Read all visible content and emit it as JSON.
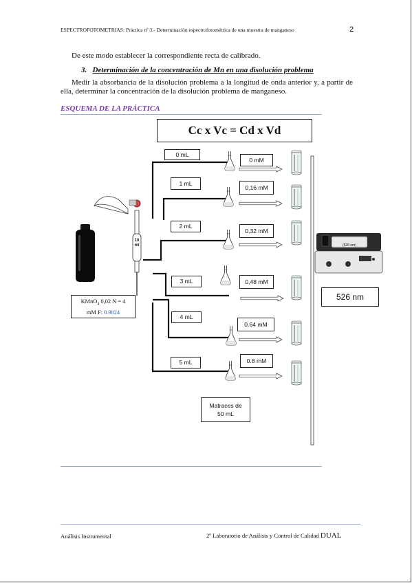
{
  "header": {
    "running_title": "ESPECTROFOTOMETRIAS: Práctica nº 3.- Determinación espectrofotométrica de una muestra de manganeso",
    "page_number": "2"
  },
  "body": {
    "intro_line": "De este modo establecer la correspondiente recta de calibrado.",
    "section_number": "3.",
    "section_title": "Determinación de la concentración de Mn en una disolución problema",
    "paragraph": "Medir la absorbancia de la disolución problema a la longitud de onda anterior y, a partir de ella, determinar la concentración de la disolución problema de manganeso."
  },
  "scheme": {
    "heading": "ESQUEMA DE LA PRÁCTICA",
    "equation": "Cc x Vc = Cd x Vd",
    "reagent_label_line1": "KMnO",
    "reagent_label_sub": "4",
    "reagent_label_line1b": " 0,02 N = 4",
    "reagent_label_line2a": "mM F: ",
    "reagent_label_factor": "0.9824",
    "burette_label": "10 ml",
    "spectro_display": "(526 nm)",
    "wavelength": "526 nm",
    "flasks_note_line1": "Matraces de",
    "flasks_note_line2": "50 mL",
    "volumes": [
      "0 mL",
      "1 mL",
      "2 mL",
      "3 mL",
      "4 mL",
      "5 mL"
    ],
    "concentrations": [
      "0 mM",
      "0,16 mM",
      "0,32 mM",
      "0,48 mM",
      "0.64 mM",
      "0.8 mM"
    ]
  },
  "footer": {
    "left": "Análisis Instrumental",
    "right_prefix": "2º Laboratorio de Análisis y Control de Calidad ",
    "right_brand": "DUAL"
  },
  "colors": {
    "heading": "#7b3aa8",
    "rule": "#9aaccc",
    "factor": "#2d5fb5"
  }
}
